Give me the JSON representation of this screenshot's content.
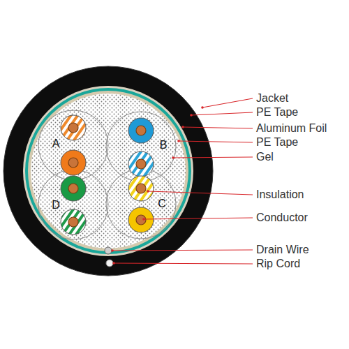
{
  "diagram": {
    "labels": [
      "Jacket",
      "PE Tape",
      "Aluminum Foil",
      "PE Tape",
      "Gel",
      "A",
      "B",
      "D",
      "C",
      "Insulation",
      "Conductor",
      "Drain Wire",
      "Rip Cord"
    ]
  }
}
